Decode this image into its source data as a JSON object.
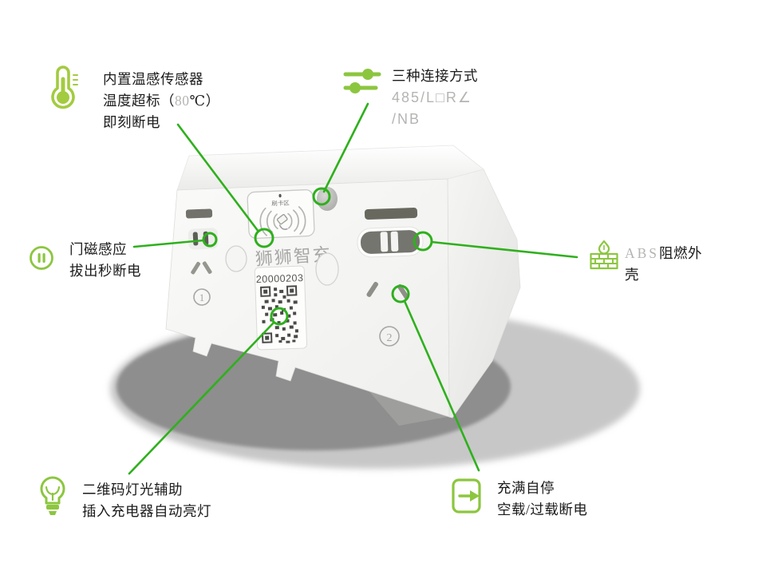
{
  "colors": {
    "annotation_line_green": "#2fb01d",
    "icon_green": "#8cc63f",
    "text_dark": "#1b1b1b",
    "text_gray": "#b4b4b2",
    "shadow_outer": "#c7c7c7",
    "shadow_inner": "#8e8e8e"
  },
  "callouts": {
    "temp_sensor": {
      "icon": "thermometer-icon",
      "line1": "内置温感传感器",
      "line2_prefix": "温度超标（",
      "line2_value": "80",
      "line2_suffix": "℃）",
      "line3": "即刻断电"
    },
    "connection": {
      "icon": "sliders-icon",
      "title": "三种连接方式",
      "modes_line1": "485/L□R∠",
      "modes_line2": "/NB"
    },
    "door_magnet": {
      "icon": "pause-circle-icon",
      "line1": "门磁感应",
      "line2": "拔出秒断电"
    },
    "abs_shell": {
      "icon": "brick-flame-icon",
      "prefix": "ABS",
      "text": "阻燃外壳"
    },
    "qr_light": {
      "icon": "bulb-icon",
      "line1": "二维码灯光辅助",
      "line2": "插入充电器自动亮灯"
    },
    "auto_stop": {
      "icon": "exit-arrow-icon",
      "line1": "充满自停",
      "line2": "空载/过载断电"
    }
  },
  "device": {
    "brand": "狮狮智充",
    "serial": "20000203",
    "card_zone_label": "刷卡区",
    "socket1_badge": "1",
    "socket2_badge": "2"
  }
}
